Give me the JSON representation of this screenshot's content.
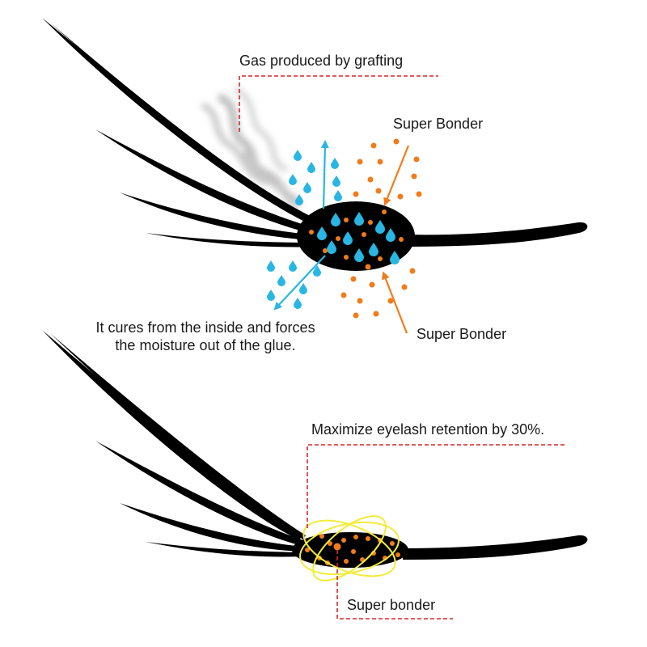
{
  "labels": {
    "gas": "Gas produced by grafting",
    "bonder_top": "Super Bonder",
    "bonder_bottom_arrow": "Super Bonder",
    "cure_line1": "It cures from the inside and forces",
    "cure_line2": "the moisture out of the glue.",
    "retention": "Maximize eyelash retention by 30%.",
    "bonder_lower": "Super bonder"
  },
  "colors": {
    "lash": "#000000",
    "water": "#29b6e3",
    "bonder": "#f07c1a",
    "leader": "#d6262b",
    "orbit": "#f2ec3c",
    "smoke": "#9a9a9a"
  }
}
